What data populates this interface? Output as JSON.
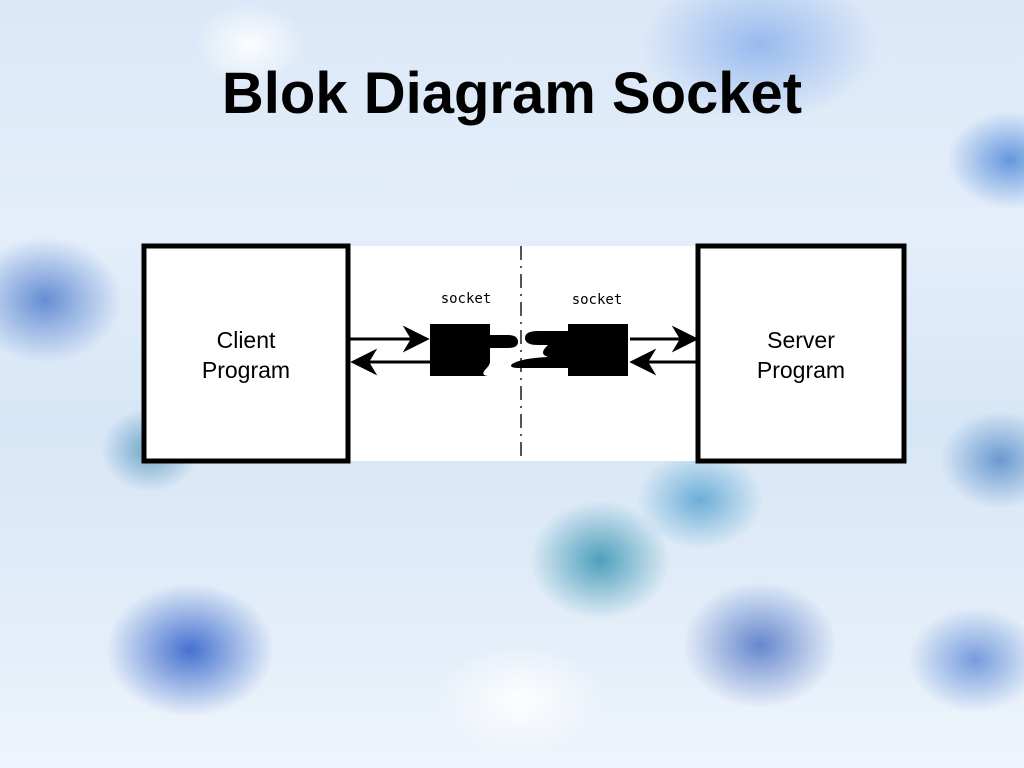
{
  "slide": {
    "title": "Blok Diagram Socket"
  },
  "diagram": {
    "client": {
      "line1": "Client",
      "line2": "Program"
    },
    "server": {
      "line1": "Server",
      "line2": "Program"
    },
    "left_socket_label": "socket",
    "right_socket_label": "socket"
  }
}
